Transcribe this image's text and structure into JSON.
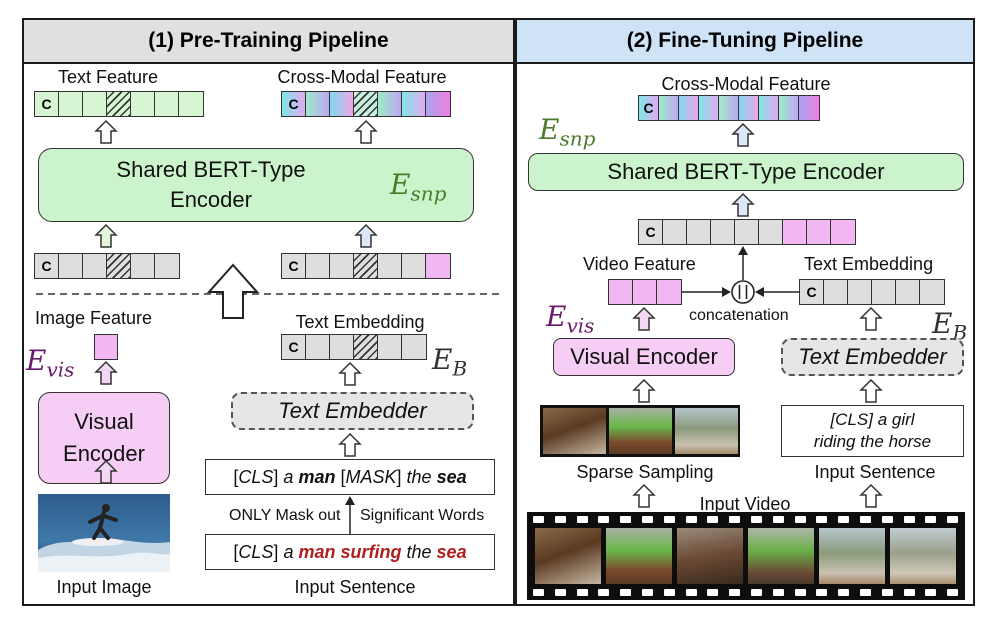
{
  "left_panel": {
    "title": "(1) Pre-Training  Pipeline",
    "text_feature_label": "Text Feature",
    "cross_modal_label": "Cross-Modal Feature",
    "encoder_label_1": "Shared BERT-Type",
    "encoder_label_2": "Encoder",
    "image_feature_label": "Image Feature",
    "text_embedding_label": "Text Embedding",
    "visual_encoder_1": "Visual",
    "visual_encoder_2": "Encoder",
    "text_embedder_label": "Text Embedder",
    "input_image_label": "Input Image",
    "input_sentence_label": "Input Sentence",
    "mask_note_left": "ONLY Mask out",
    "mask_note_right": "Significant Words",
    "masked_sentence": {
      "cls": "CLS",
      "a": "a",
      "man": "man",
      "mask": "MASK",
      "the": "the",
      "sea": "sea"
    },
    "input_sentence": {
      "cls": "CLS",
      "a": "a",
      "man_surfing": "man surfing",
      "the": "the",
      "sea": "sea"
    },
    "cls_token": "C"
  },
  "right_panel": {
    "title": "(2) Fine-Tuning  Pipeline",
    "cross_modal_label": "Cross-Modal Feature",
    "encoder_label": "Shared BERT-Type Encoder",
    "video_feature_label": "Video Feature",
    "text_embedding_label": "Text Embedding",
    "concat_label": "concatenation",
    "visual_encoder_label": "Visual Encoder",
    "text_embedder_label": "Text Embedder",
    "sparse_sampling_label": "Sparse Sampling",
    "input_sentence_label": "Input Sentence",
    "input_video_label": "Input Video",
    "sentence": {
      "cls": "CLS",
      "line1": "a girl",
      "line2": "riding the horse"
    },
    "cls_token": "C"
  },
  "symbols": {
    "e_snp_base": "E",
    "e_snp_sub": "snp",
    "e_vis_base": "E",
    "e_vis_sub": "vis",
    "e_b_base": "E",
    "e_b_sub": "B"
  },
  "colors": {
    "header_left": "#e0e0e0",
    "header_right": "#cfe3f6",
    "encoder_green": "#ccf4cc",
    "visual_pink": "#f6cdf4",
    "e_snp_color": "#4a7a2a",
    "e_vis_color": "#6a1a6a",
    "e_b_color": "#333333",
    "keyword_red": "#b02020"
  }
}
